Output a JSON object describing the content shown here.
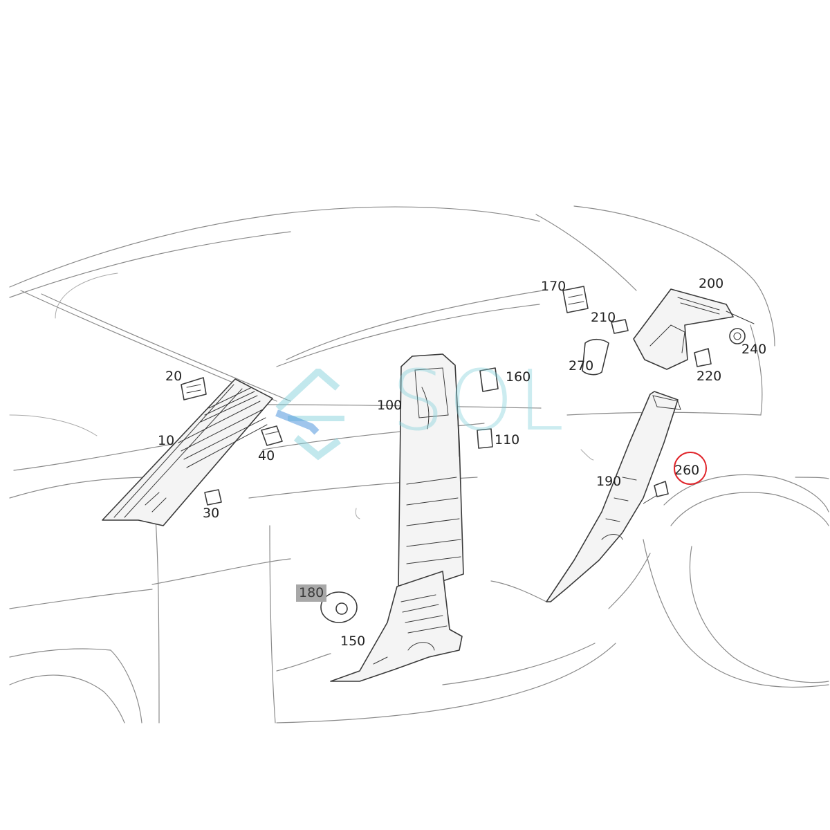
{
  "callouts": {
    "c10": "10",
    "c20": "20",
    "c30": "30",
    "c40": "40",
    "c100": "100",
    "c110": "110",
    "c150": "150",
    "c160": "160",
    "c170": "170",
    "c180": "180",
    "c190": "190",
    "c200": "200",
    "c210": "210",
    "c220": "220",
    "c240": "240",
    "c260": "260",
    "c270": "270"
  },
  "highlight": {
    "circled_part": "260",
    "circle_color": "#e0242a",
    "shaded_part": "180",
    "shade_color": "#a8a8a8"
  },
  "watermark": {
    "text": "SOL",
    "color": "#78cdd7"
  }
}
